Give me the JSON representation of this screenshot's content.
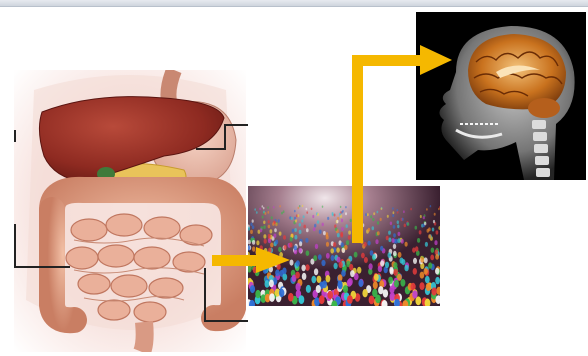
{
  "figure": {
    "panels": [
      {
        "id": "gut",
        "depicts": "digestive-system-illustration"
      },
      {
        "id": "micro",
        "depicts": "intestinal-microbiota-3d-render"
      },
      {
        "id": "brain",
        "depicts": "head-xray-with-brain-sagittal"
      }
    ],
    "arrows": [
      {
        "from": "gut",
        "to": "micro",
        "color": "#f5b800"
      },
      {
        "from": "micro",
        "to": "brain",
        "color": "#f5b800"
      }
    ],
    "leader_line_color": "#222222"
  }
}
